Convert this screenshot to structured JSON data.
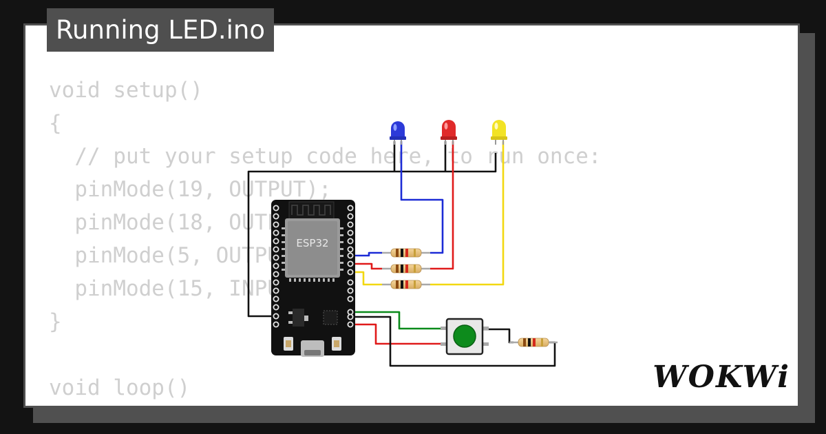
{
  "project": {
    "title": "Running LED.ino"
  },
  "code": {
    "lines": [
      "void setup()",
      "{",
      "  // put your setup code here, to run once:",
      "  pinMode(19, OUTPUT);",
      "  pinMode(18, OUTPUT);",
      "  pinMode(5, OUTPUT);",
      "  pinMode(15, INPUT);",
      "}",
      "",
      "void loop()",
      "{"
    ]
  },
  "board": {
    "label": "ESP32"
  },
  "leds": [
    {
      "color": "blue",
      "hex": "#2c3ad8"
    },
    {
      "color": "red",
      "hex": "#e02a2a"
    },
    {
      "color": "yellow",
      "hex": "#f2e325"
    }
  ],
  "button": {
    "color": "#0d8b1c"
  },
  "brand": {
    "logo": "WOKWi"
  }
}
